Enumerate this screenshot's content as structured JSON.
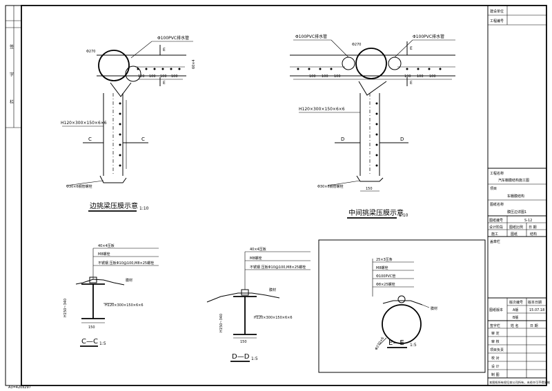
{
  "drawing": {
    "left_beam": {
      "pipe_label": "Φ100PVC排水管",
      "dia_label": "Φ270",
      "section_marker": "E",
      "spacings": [
        "100",
        "100",
        "100",
        "100"
      ],
      "height_dim": "60×4",
      "steel_label": "H120×300×150×6×6",
      "cut_label": "C",
      "anchor_label": "Φ30×6钢管螺栓",
      "title": "边挑梁压膜示意",
      "scale": "1:10"
    },
    "right_beam": {
      "pipe_label_left": "Φ100PVC排水管",
      "pipe_label_right": "Φ100PVC排水管",
      "dia_label": "Φ270",
      "section_marker": "E",
      "spacings": [
        "100",
        "100",
        "100",
        "100",
        "100",
        "100"
      ],
      "steel_label": "H120×300×150×6×6",
      "cut_label": "D",
      "anchor_label": "Φ30×6钢管螺栓",
      "bottom_dim": "150",
      "title": "中间挑梁压膜示意",
      "scale": "1:10"
    },
    "section_cc": {
      "notes": [
        "40×4压板",
        "M8螺栓",
        "不锈钢 压板Φ10@100,M8×25螺栓"
      ],
      "membrane": "膜材",
      "steel_label": "H120×300×150×6×6",
      "height": "H150~340",
      "width": "150",
      "title": "C—C",
      "scale": "1:5"
    },
    "section_dd": {
      "notes": [
        "40×4压板",
        "M8螺栓",
        "不锈钢 压板Φ10@100,M8×25螺栓"
      ],
      "membrane": "膜材",
      "steel_label": "H120×300×150×6×6",
      "height": "H150~340",
      "width": "150",
      "title": "D—D",
      "scale": "1:5"
    },
    "section_ee": {
      "notes": [
        "25×3压条",
        "M8螺栓",
        "Φ100PVC管",
        "Φ8×25螺栓"
      ],
      "membrane": "膜材",
      "dia": "Φ270×6",
      "title": "E—E",
      "scale": "1:5"
    }
  },
  "title_block": {
    "top_rows": [
      "建设单位",
      "工程编号"
    ],
    "project_label": "工程名称",
    "project_value": "汽车棚膜结构施工图",
    "item_label": "项目",
    "item_value": "车棚膜结构",
    "drawing_name_label": "图纸名称",
    "drawing_name_value": "膜压边详图1",
    "drawing_no_label": "图纸编号",
    "drawing_no_value": "S-12",
    "row_design": [
      "设计阶段",
      "图纸比例",
      "日 期"
    ],
    "row_construct": [
      "施工",
      "图纸",
      "结构"
    ],
    "stamp_label": "盖章栏",
    "version_row": [
      "图纸版本",
      "版次编号",
      "版本日期"
    ],
    "version_values": [
      "A版",
      "15.07.18"
    ],
    "version_values2": [
      "B版",
      ""
    ],
    "sign_header": [
      "签字栏",
      "姓 名",
      "日 期"
    ],
    "sign_rows": [
      "审 定",
      "审 核",
      "项目负责",
      "校 对",
      "设 计",
      "制 图"
    ],
    "footer": "本图纸所有权归本公司所有，未经许可不得复制"
  },
  "left_strip": [
    "签",
    "字",
    "栏"
  ],
  "sheet_size": "A3=420x297"
}
